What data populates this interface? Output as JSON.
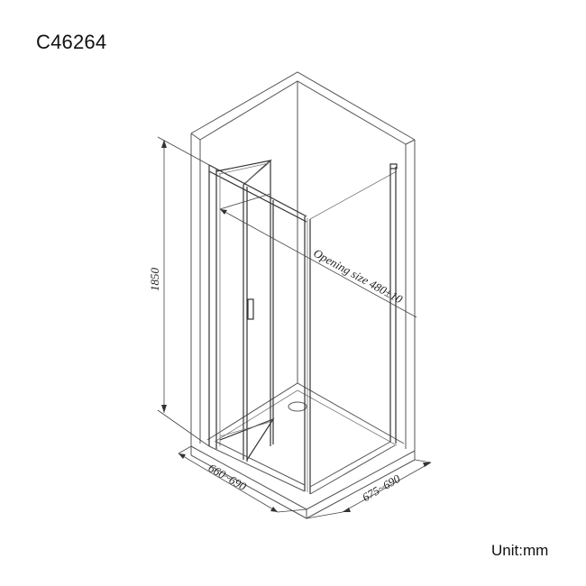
{
  "title": {
    "model_code": "C46264"
  },
  "footer": {
    "unit_label": "Unit:mm"
  },
  "drawing": {
    "type": "isometric shower enclosure line drawing",
    "door_type": "bifold door",
    "dimensions": {
      "height": "1850",
      "opening": "Opening size  480±10",
      "width_left": "660~690",
      "width_right": "675~690"
    },
    "colors": {
      "line": "#555555",
      "background": "#ffffff",
      "text": "#111111"
    }
  }
}
